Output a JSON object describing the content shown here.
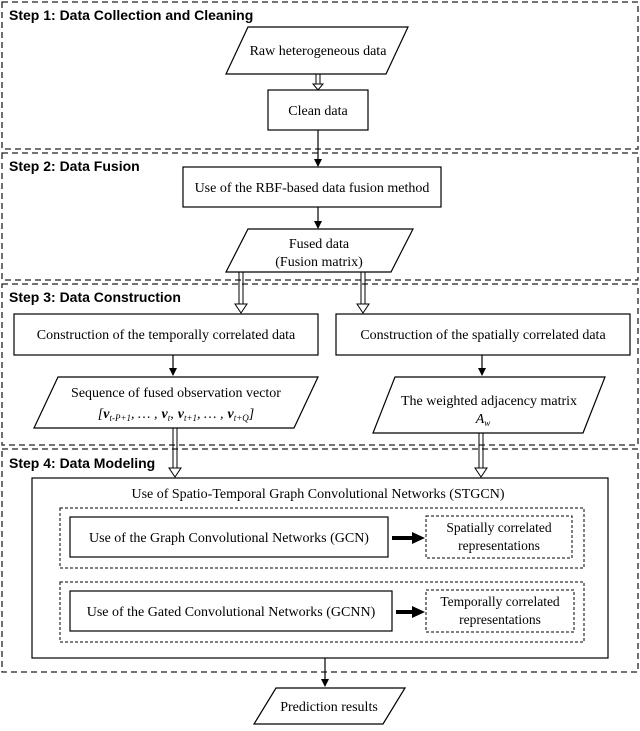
{
  "steps": [
    {
      "number": "Step 1",
      "title": ": Data Collection and Cleaning"
    },
    {
      "number": "Step 2",
      "title": ": Data Fusion"
    },
    {
      "number": "Step 3",
      "title": ": Data Construction"
    },
    {
      "number": "Step 4",
      "title": ": Data Modeling"
    }
  ],
  "nodes": {
    "raw": "Raw heterogeneous data",
    "clean": "Clean data",
    "rbf": "Use of the RBF-based data fusion method",
    "fused_line1": "Fused data",
    "fused_line2": "(Fusion matrix)",
    "temporal_construction": "Construction of the temporally correlated data",
    "spatial_construction": "Construction of the spatially correlated data",
    "sequence_line1": "Sequence of fused observation vector",
    "sequence_formula": "[v_{t-P+1}, … , v_t, v_{t+1}, … , v_{t+Q}]",
    "adjacency_line1": "The weighted adjacency matrix",
    "adjacency_symbol": "A_w",
    "stgcn": "Use of Spatio-Temporal Graph Convolutional Networks (STGCN)",
    "gcn": "Use of the Graph Convolutional Networks (GCN)",
    "spatial_rep_line1": "Spatially correlated",
    "spatial_rep_line2": "representations",
    "gcnn": "Use of the Gated Convolutional Networks (GCNN)",
    "temporal_rep_line1": "Temporally correlated",
    "temporal_rep_line2": "representations",
    "prediction": "Prediction results"
  }
}
